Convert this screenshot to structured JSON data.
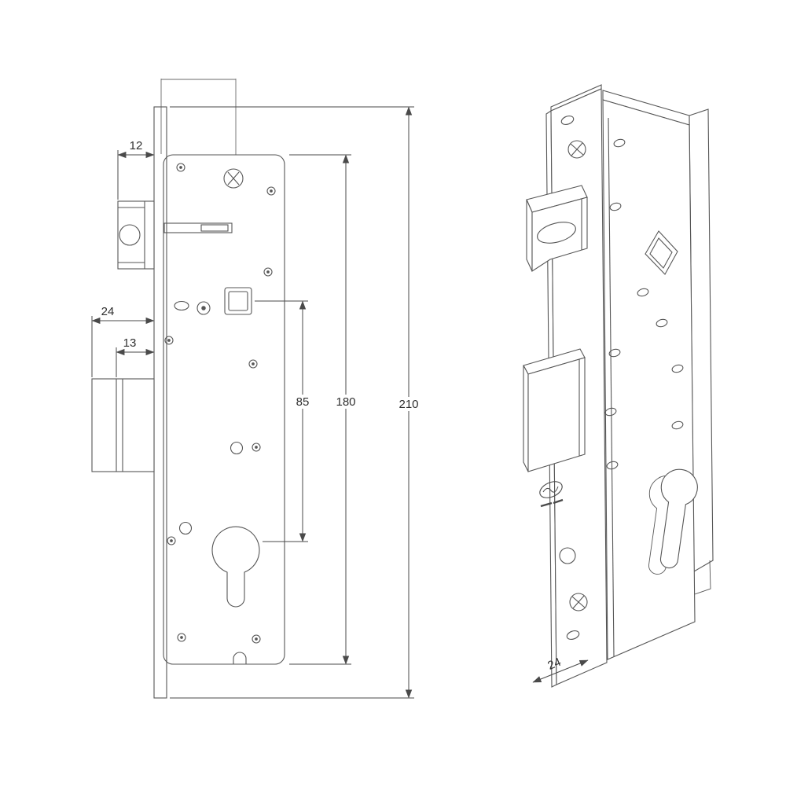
{
  "drawing": {
    "dims": {
      "latch_projection": "12",
      "case_depth": "24",
      "bolt_width": "13",
      "spindle_to_cylinder": "85",
      "fixing_centres": "180",
      "faceplate_length": "210",
      "faceplate_width": "24"
    }
  }
}
